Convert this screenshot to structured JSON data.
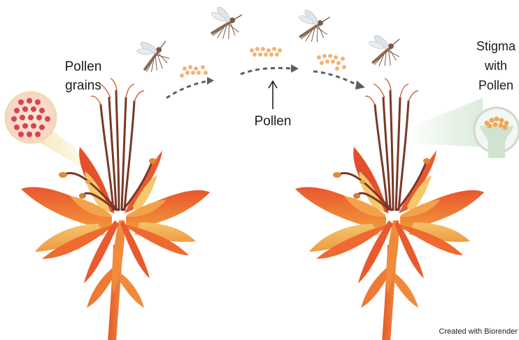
{
  "labels": {
    "pollen_grains": [
      "Pollen",
      "grains"
    ],
    "stigma_with_pollen": [
      "Stigma",
      "with",
      "Pollen"
    ],
    "pollen": "Pollen",
    "credit": "Created with Biorender"
  },
  "icons": [
    "mosquito-icon",
    "flower-icon",
    "arrow-up-icon",
    "dashed-arrow-icon",
    "pollen-grain-icon"
  ],
  "colors": {
    "petal_red": "#e0512c",
    "petal_orange": "#f2922f",
    "petal_yellow": "#f5c46a",
    "stamen": "#7a3826",
    "pollen_dot": "#f0a65a",
    "grain_dot": "#d9434b",
    "arrow_gray": "#5a5f66",
    "stigma_green": "#cfe3cf"
  }
}
